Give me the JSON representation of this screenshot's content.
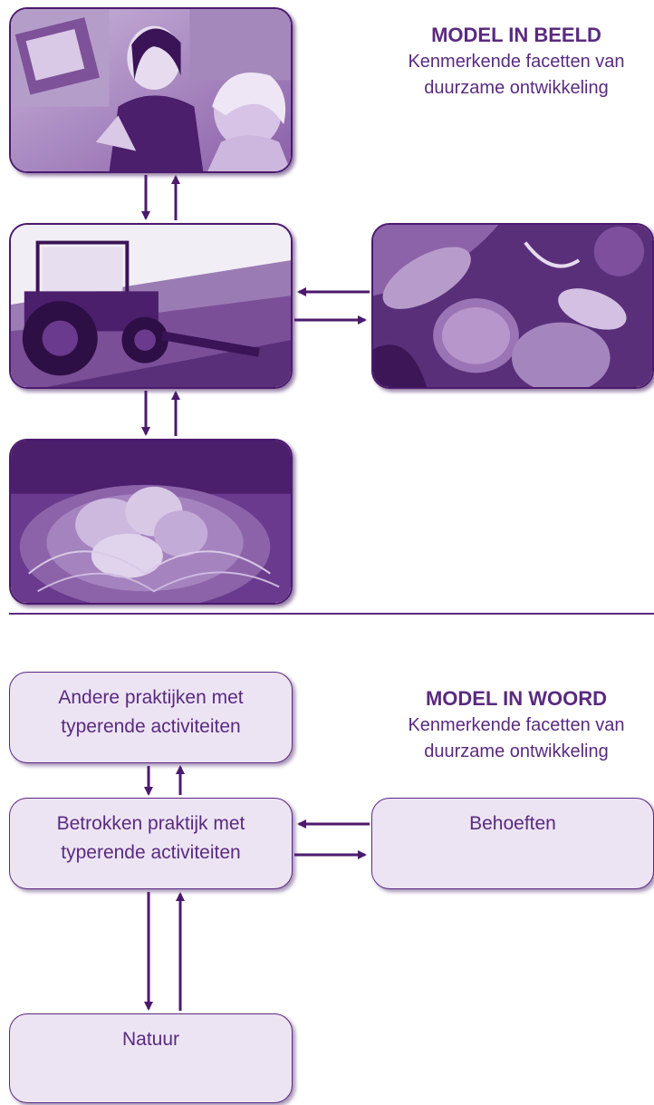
{
  "top": {
    "heading": {
      "title": "MODEL IN BEELD",
      "subtitle_line1": "Kenmerkende facetten van",
      "subtitle_line2": "duurzame ontwikkeling"
    },
    "photos": [
      {
        "subject": "two women discussing at a desk (other practices)"
      },
      {
        "subject": "tractor ploughing a field (involved practice)"
      },
      {
        "subject": "food: meat, vegetables and herbs (needs)"
      },
      {
        "subject": "young birds in a nest (nature)"
      }
    ]
  },
  "bottom": {
    "heading": {
      "title": "MODEL IN WOORD",
      "subtitle_line1": "Kenmerkende facetten van",
      "subtitle_line2": "duurzame ontwikkeling"
    },
    "boxes": {
      "other": {
        "line1": "Andere praktijken met",
        "line2": "typerende activiteiten"
      },
      "involved": {
        "line1": "Betrokken praktijk met",
        "line2": "typerende activiteiten"
      },
      "needs": {
        "line1": "Behoeften"
      },
      "nature": {
        "line1": "Natuur"
      }
    }
  },
  "colors": {
    "accent": "#5a2a80",
    "box_fill": "#ece4f3",
    "photo_tint": "#6a3a8e"
  }
}
